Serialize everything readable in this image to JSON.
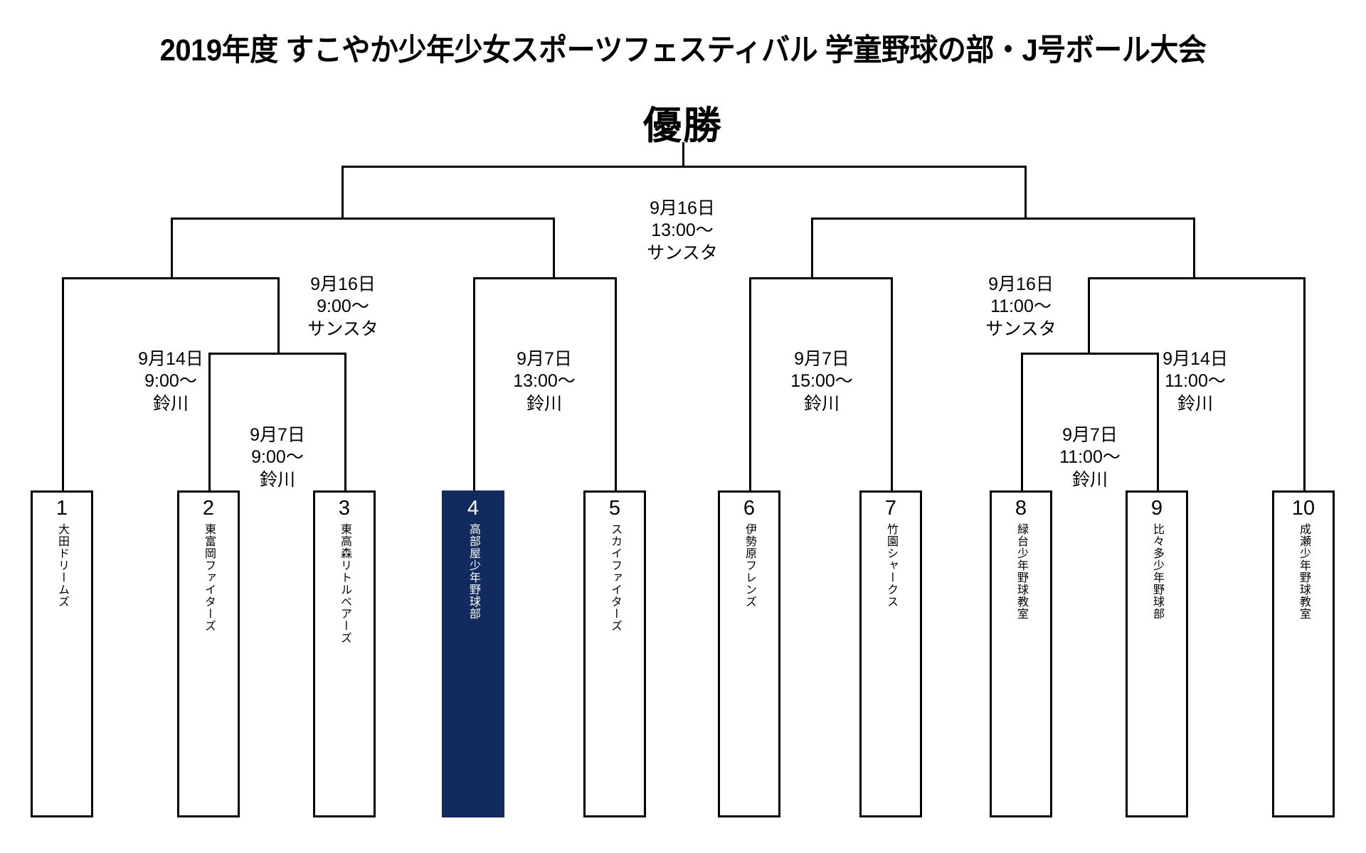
{
  "title": "2019年度 すこやか少年少女スポーツフェスティバル 学童野球の部・J号ボール大会",
  "champion_label": "優勝",
  "matches": {
    "final": {
      "date": "9月16日",
      "time": "13:00〜",
      "venue": "サンスタ"
    },
    "semi_left": {
      "date": "9月16日",
      "time": "9:00〜",
      "venue": "サンスタ"
    },
    "semi_right": {
      "date": "9月16日",
      "time": "11:00〜",
      "venue": "サンスタ"
    },
    "quarter_l1": {
      "date": "9月14日",
      "time": "9:00〜",
      "venue": "鈴川"
    },
    "quarter_l2": {
      "date": "9月7日",
      "time": "13:00〜",
      "venue": "鈴川"
    },
    "quarter_r1": {
      "date": "9月7日",
      "time": "15:00〜",
      "venue": "鈴川"
    },
    "quarter_r2": {
      "date": "9月14日",
      "time": "11:00〜",
      "venue": "鈴川"
    },
    "round1_left": {
      "date": "9月7日",
      "time": "9:00〜",
      "venue": "鈴川"
    },
    "round1_right": {
      "date": "9月7日",
      "time": "11:00〜",
      "venue": "鈴川"
    }
  },
  "teams": [
    {
      "seed": "1",
      "name": "大田ドリームズ",
      "highlight": false
    },
    {
      "seed": "2",
      "name": "東富岡ファイターズ",
      "highlight": false
    },
    {
      "seed": "3",
      "name": "東高森リトルベアーズ",
      "highlight": false
    },
    {
      "seed": "4",
      "name": "高部屋少年野球部",
      "highlight": true
    },
    {
      "seed": "5",
      "name": "スカイファイターズ",
      "highlight": false
    },
    {
      "seed": "6",
      "name": "伊勢原フレンズ",
      "highlight": false
    },
    {
      "seed": "7",
      "name": "竹園シャークス",
      "highlight": false
    },
    {
      "seed": "8",
      "name": "緑台少年野球教室",
      "highlight": false
    },
    {
      "seed": "9",
      "name": "比々多少年野球部",
      "highlight": false
    },
    {
      "seed": "10",
      "name": "成瀬少年野球教室",
      "highlight": false
    }
  ],
  "colors": {
    "highlight_bg": "#122b5e",
    "line": "#000000",
    "background": "#ffffff"
  }
}
